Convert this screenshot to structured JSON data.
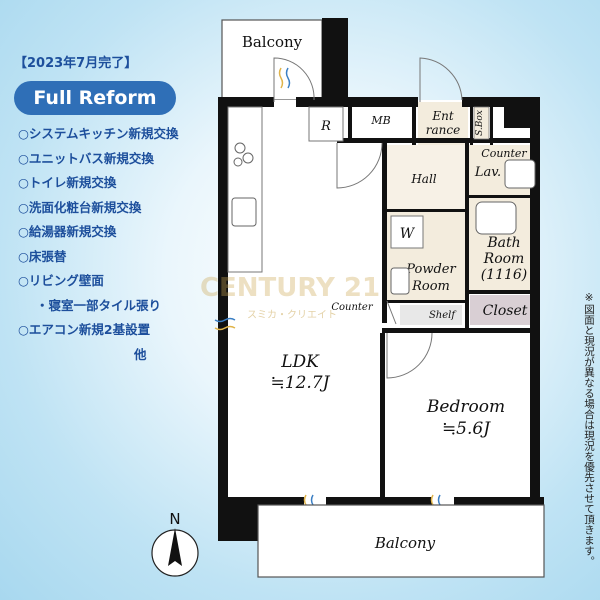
{
  "header": {
    "completion": "【2023年7月完了】",
    "badge": "Full Reform"
  },
  "features": [
    "○システムキッチン新規交換",
    "○ユニットバス新規交換",
    "○トイレ新規交換",
    "○洗面化粧台新規交換",
    "○給湯器新規交換",
    "○床張替",
    "○リビング壁面",
    "・寝室一部タイル張り",
    "○エアコン新規2基設置",
    "他"
  ],
  "note": "※図面と現況が異なる場合は現況を優先させて頂きます。",
  "watermark": {
    "brand": "CENTURY 21",
    "sub": "スミカ・クリエイト"
  },
  "compass": {
    "label": "N"
  },
  "rooms": {
    "balcony_top": "Balcony",
    "balcony_bottom": "Balcony",
    "r": "R",
    "mb": "MB",
    "entrance_1": "Ent",
    "entrance_2": "rance",
    "sbox": "S.Box",
    "hall": "Hall",
    "counter_top": "Counter",
    "lav": "Lav.",
    "w": "W",
    "bath_1": "Bath",
    "bath_2": "Room",
    "bath_3": "(1116)",
    "powder_1": "Powder",
    "powder_2": "Room",
    "counter_mid": "Counter",
    "shelf": "Shelf",
    "closet": "Closet",
    "ldk": "LDK",
    "ldk_size": "≒12.7J",
    "bedroom": "Bedroom",
    "bedroom_size": "≒5.6J"
  },
  "colors": {
    "wall": "#111111",
    "accent_blue": "#2f6fb7",
    "text_blue": "#1d4f9c",
    "wet_area": "#f3ecdd",
    "closet_fill": "#d9cfd4",
    "storage_fill": "#e8e8e8"
  }
}
